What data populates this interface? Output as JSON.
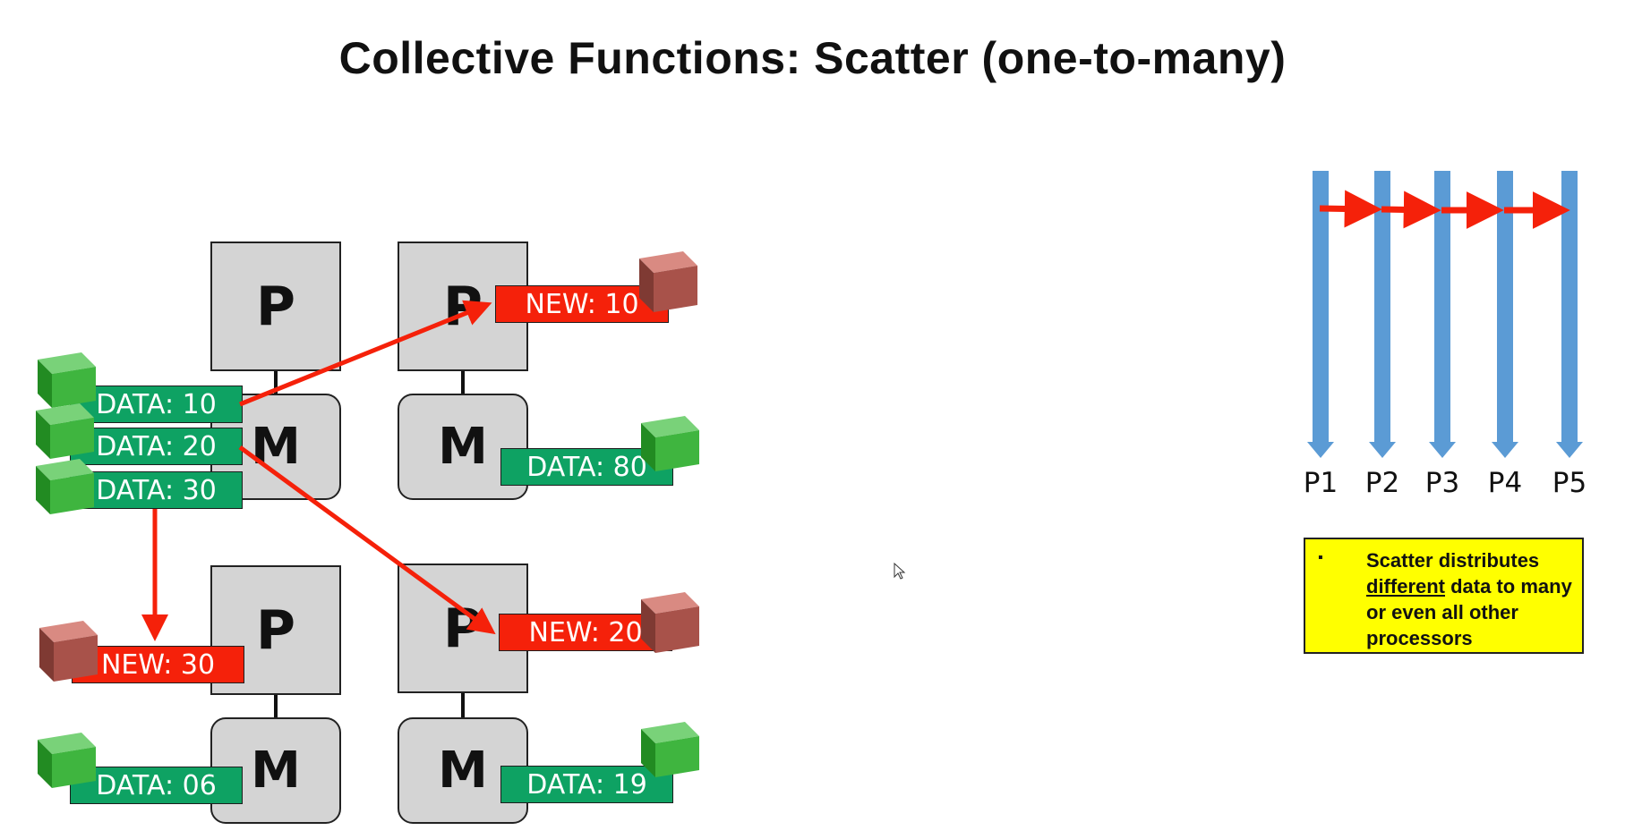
{
  "title": "Collective Functions:  Scatter (one-to-many)",
  "diagram": {
    "processor_label": "P",
    "memory_label": "M",
    "source_tags": [
      "DATA: 10",
      "DATA: 20",
      "DATA: 30"
    ],
    "received_tags": {
      "top_right": "NEW: 10",
      "bottom_right": "NEW: 20",
      "bottom_left": "NEW: 30"
    },
    "local_tags": {
      "top_right": "DATA: 80",
      "bottom_left": "DATA: 06",
      "bottom_right": "DATA: 19"
    }
  },
  "timeline": {
    "processes": [
      "P1",
      "P2",
      "P3",
      "P4",
      "P5"
    ]
  },
  "note": {
    "bullet": "▪",
    "text_before": "Scatter distributes ",
    "emphasis": "different",
    "text_after": " data to many or even all other processors"
  },
  "colors": {
    "box_fill": "#d4d4d4",
    "arrow_red": "#f5210a",
    "data_green": "#0ea263",
    "timeline_blue": "#5b9bd5",
    "note_yellow": "#ffff00",
    "cube_green": "#3fb53f",
    "cube_red": "#a8524a"
  }
}
